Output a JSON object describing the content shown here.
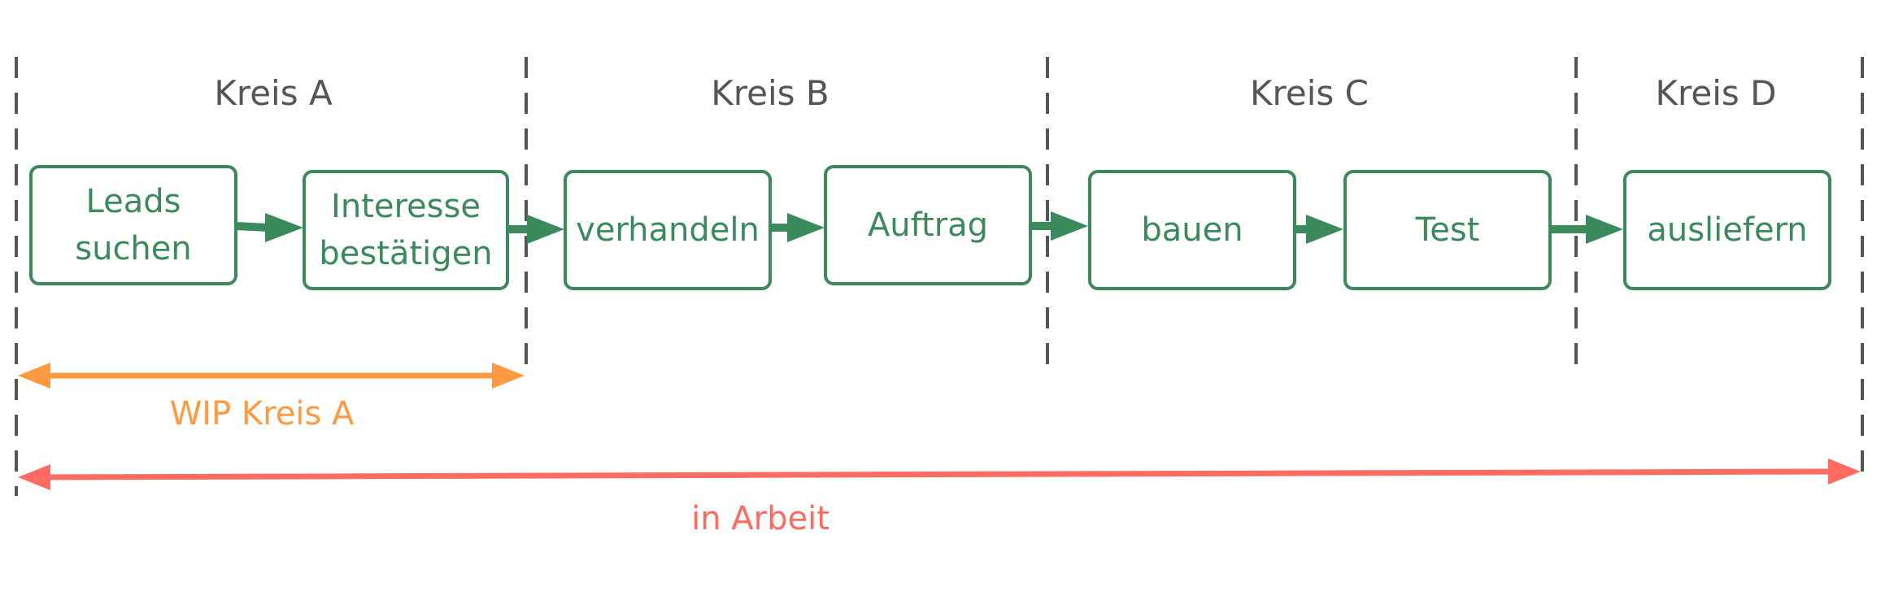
{
  "circles": [
    {
      "title": "Kreis A"
    },
    {
      "title": "Kreis B"
    },
    {
      "title": "Kreis C"
    },
    {
      "title": "Kreis D"
    }
  ],
  "steps": [
    {
      "label": "Leads\nsuchen"
    },
    {
      "label": "Interesse\nbestätigen"
    },
    {
      "label": "verhandeln"
    },
    {
      "label": "Auftrag"
    },
    {
      "label": "bauen"
    },
    {
      "label": "Test"
    },
    {
      "label": "ausliefern"
    }
  ],
  "spans": {
    "wip": {
      "label": "WIP Kreis A"
    },
    "in_progress": {
      "label": "in Arbeit"
    }
  },
  "colors": {
    "step": "#3a8a5c",
    "divider": "#555555",
    "wip": "#ff9a40",
    "in_progress": "#ff6b61"
  }
}
